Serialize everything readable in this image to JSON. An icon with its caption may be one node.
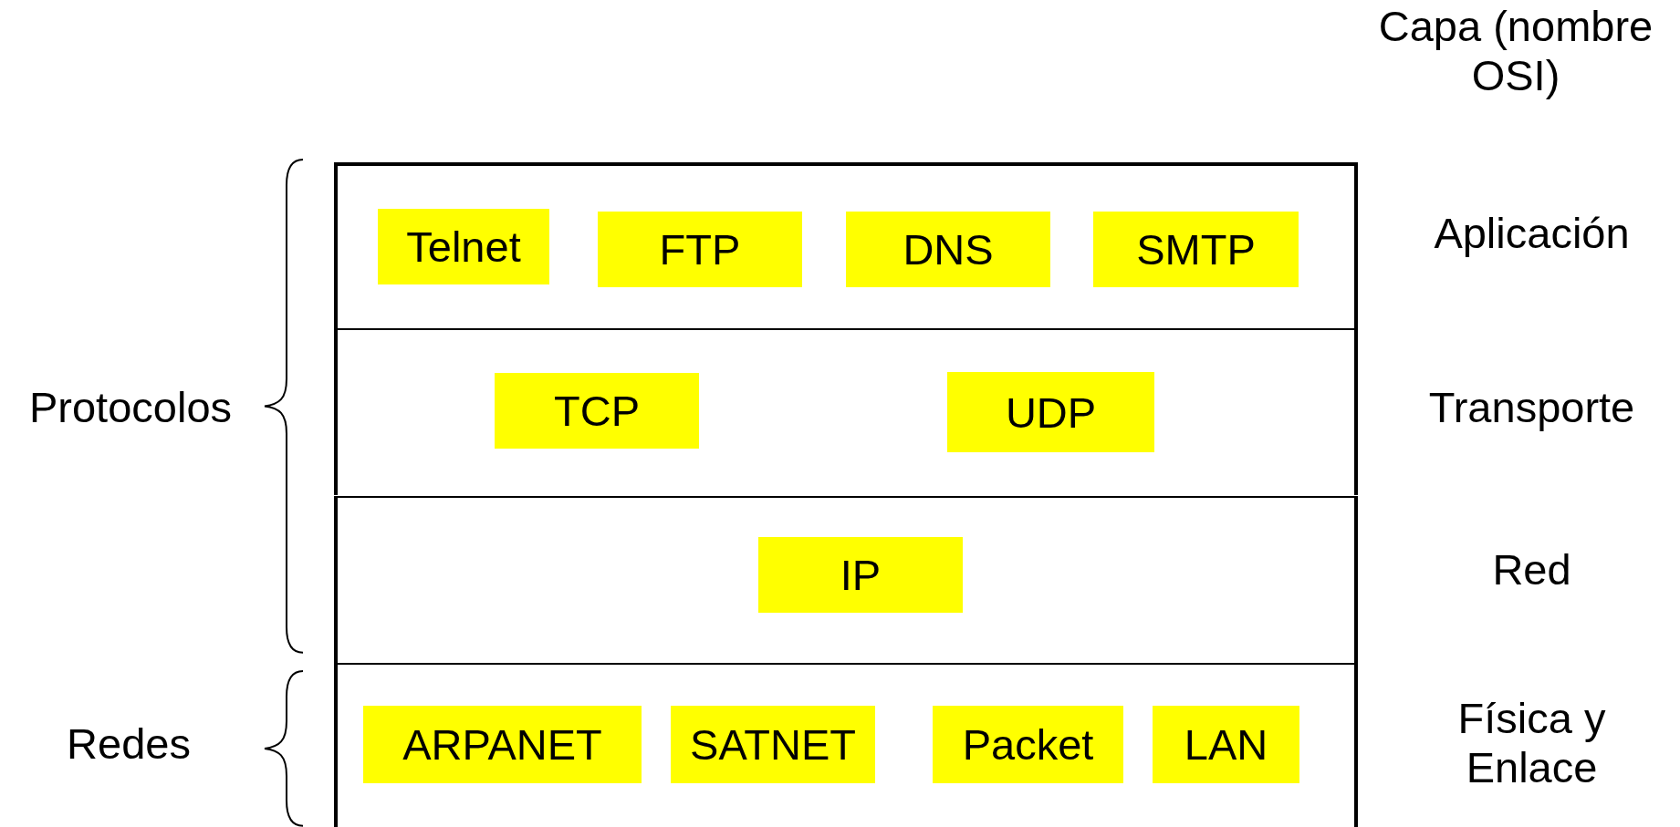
{
  "diagram": {
    "nodes": [
      {
        "text": [],
        "shape": "band",
        "beside": [
          "Aplicación"
        ]
      },
      {
        "text": [
          "Telnet"
        ],
        "in": 0
      },
      {
        "text": [
          "FTP"
        ],
        "in": 0
      },
      {
        "text": [
          "DNS"
        ],
        "in": 0
      },
      {
        "text": [
          "SMTP"
        ],
        "in": 0
      },
      {
        "text": [],
        "shape": "band",
        "beside": [
          "Transporte"
        ]
      },
      {
        "text": [
          "TCP"
        ],
        "in": 5
      },
      {
        "text": [
          "UDP"
        ],
        "in": 5
      },
      {
        "text": [],
        "shape": "band",
        "beside": [
          "Red"
        ]
      },
      {
        "text": [
          "IP"
        ],
        "in": 8
      },
      {
        "text": [],
        "shape": "band",
        "beside": [
          "Física y Enlace"
        ]
      },
      {
        "text": [
          "ARPANET"
        ],
        "in": 10
      },
      {
        "text": [
          "SATNET"
        ],
        "in": 10
      },
      {
        "text": [
          "Packet"
        ],
        "in": 10
      },
      {
        "text": [
          "LAN"
        ],
        "in": 10
      }
    ],
    "edges": [],
    "labels": [
      "Capa (nombre OSI)",
      "Protocolos",
      "Redes"
    ]
  }
}
